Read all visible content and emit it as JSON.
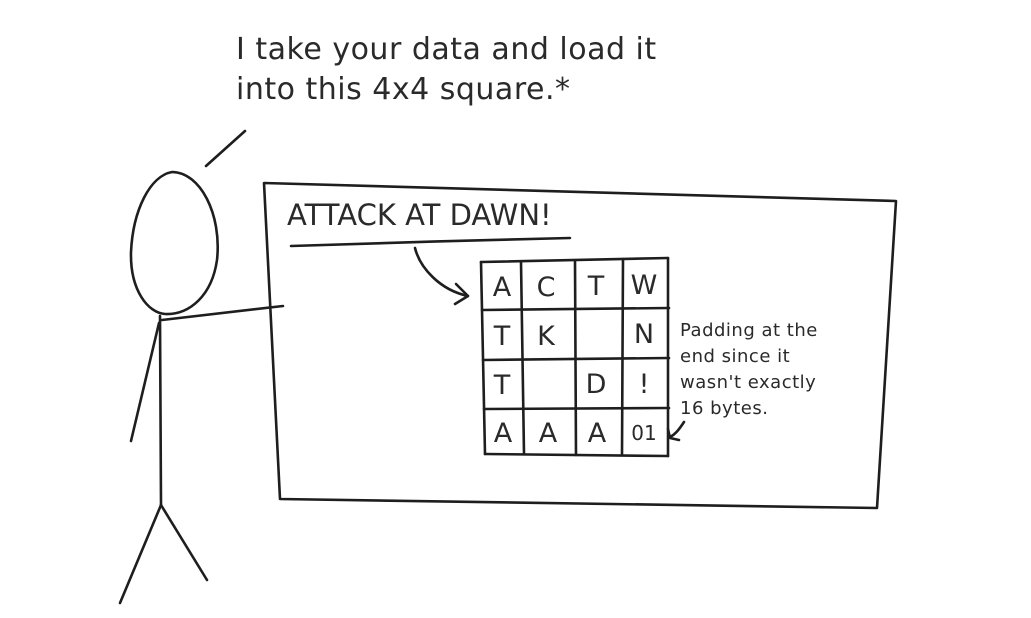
{
  "speech": {
    "lines": [
      "I take your data and load it",
      "into this 4x4 square.*"
    ]
  },
  "board": {
    "title": "ATTACK AT DAWN!"
  },
  "grid": {
    "rows": [
      [
        "A",
        "C",
        "T",
        "W"
      ],
      [
        "T",
        "K",
        "",
        "N"
      ],
      [
        "T",
        "",
        "D",
        "!"
      ],
      [
        "A",
        "A",
        "A",
        "01"
      ]
    ]
  },
  "padding_note": {
    "lines": [
      "Padding at the",
      "end since it",
      "wasn't exactly",
      "16 bytes."
    ]
  }
}
